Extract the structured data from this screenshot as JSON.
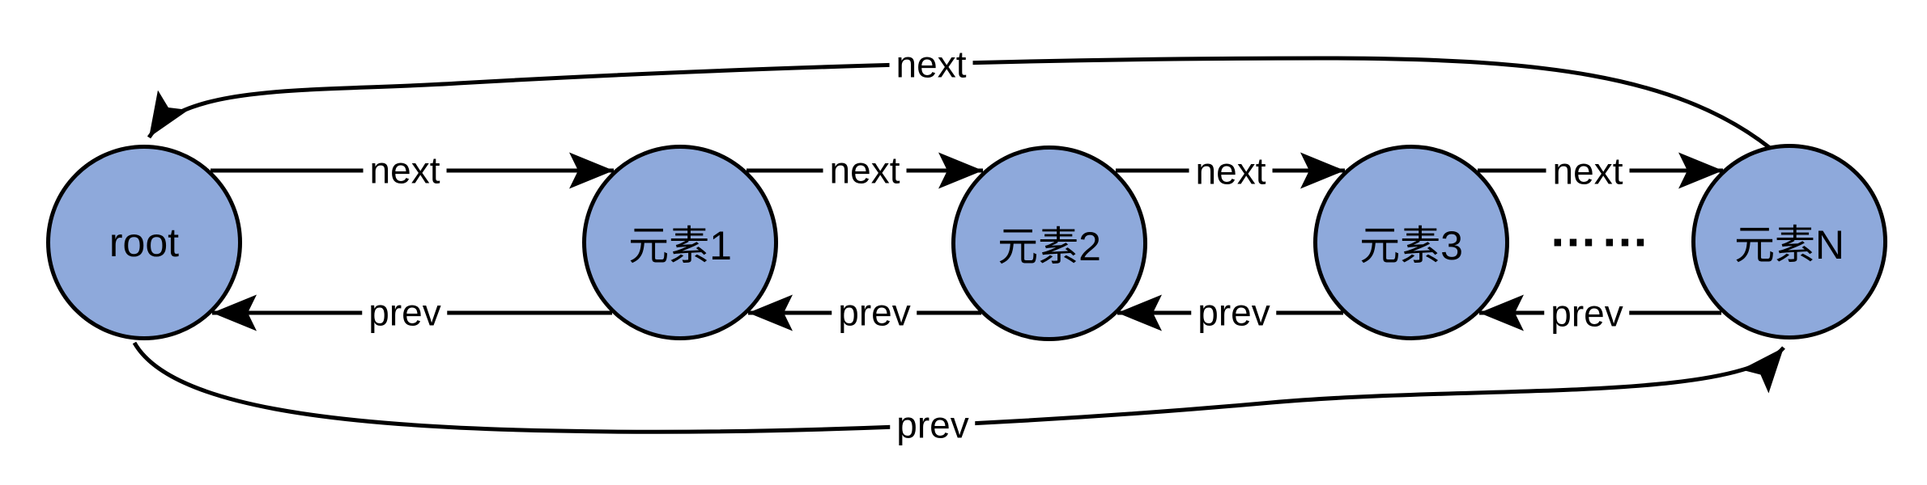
{
  "diagram": {
    "kind": "doubly-circular-linked-list",
    "nodes": [
      {
        "label": "root"
      },
      {
        "label": "元素1"
      },
      {
        "label": "元素2"
      },
      {
        "label": "元素3"
      },
      {
        "label": "元素N"
      }
    ],
    "ellipsis": "……",
    "edges": [
      {
        "from": "root",
        "to": "元素1",
        "label": "next"
      },
      {
        "from": "元素1",
        "to": "元素2",
        "label": "next"
      },
      {
        "from": "元素2",
        "to": "元素3",
        "label": "next"
      },
      {
        "from": "元素3",
        "to": "元素N",
        "label": "next"
      },
      {
        "from": "元素N",
        "to": "root",
        "label": "next"
      },
      {
        "from": "元素1",
        "to": "root",
        "label": "prev"
      },
      {
        "from": "元素2",
        "to": "元素1",
        "label": "prev"
      },
      {
        "from": "元素3",
        "to": "元素2",
        "label": "prev"
      },
      {
        "from": "元素N",
        "to": "元素3",
        "label": "prev"
      },
      {
        "from": "root",
        "to": "元素N",
        "label": "prev"
      }
    ],
    "colors": {
      "node_fill": "#8EA9DB",
      "node_stroke": "#000000",
      "line": "#000000",
      "text": "#000000",
      "background": "#FFFFFF"
    }
  }
}
